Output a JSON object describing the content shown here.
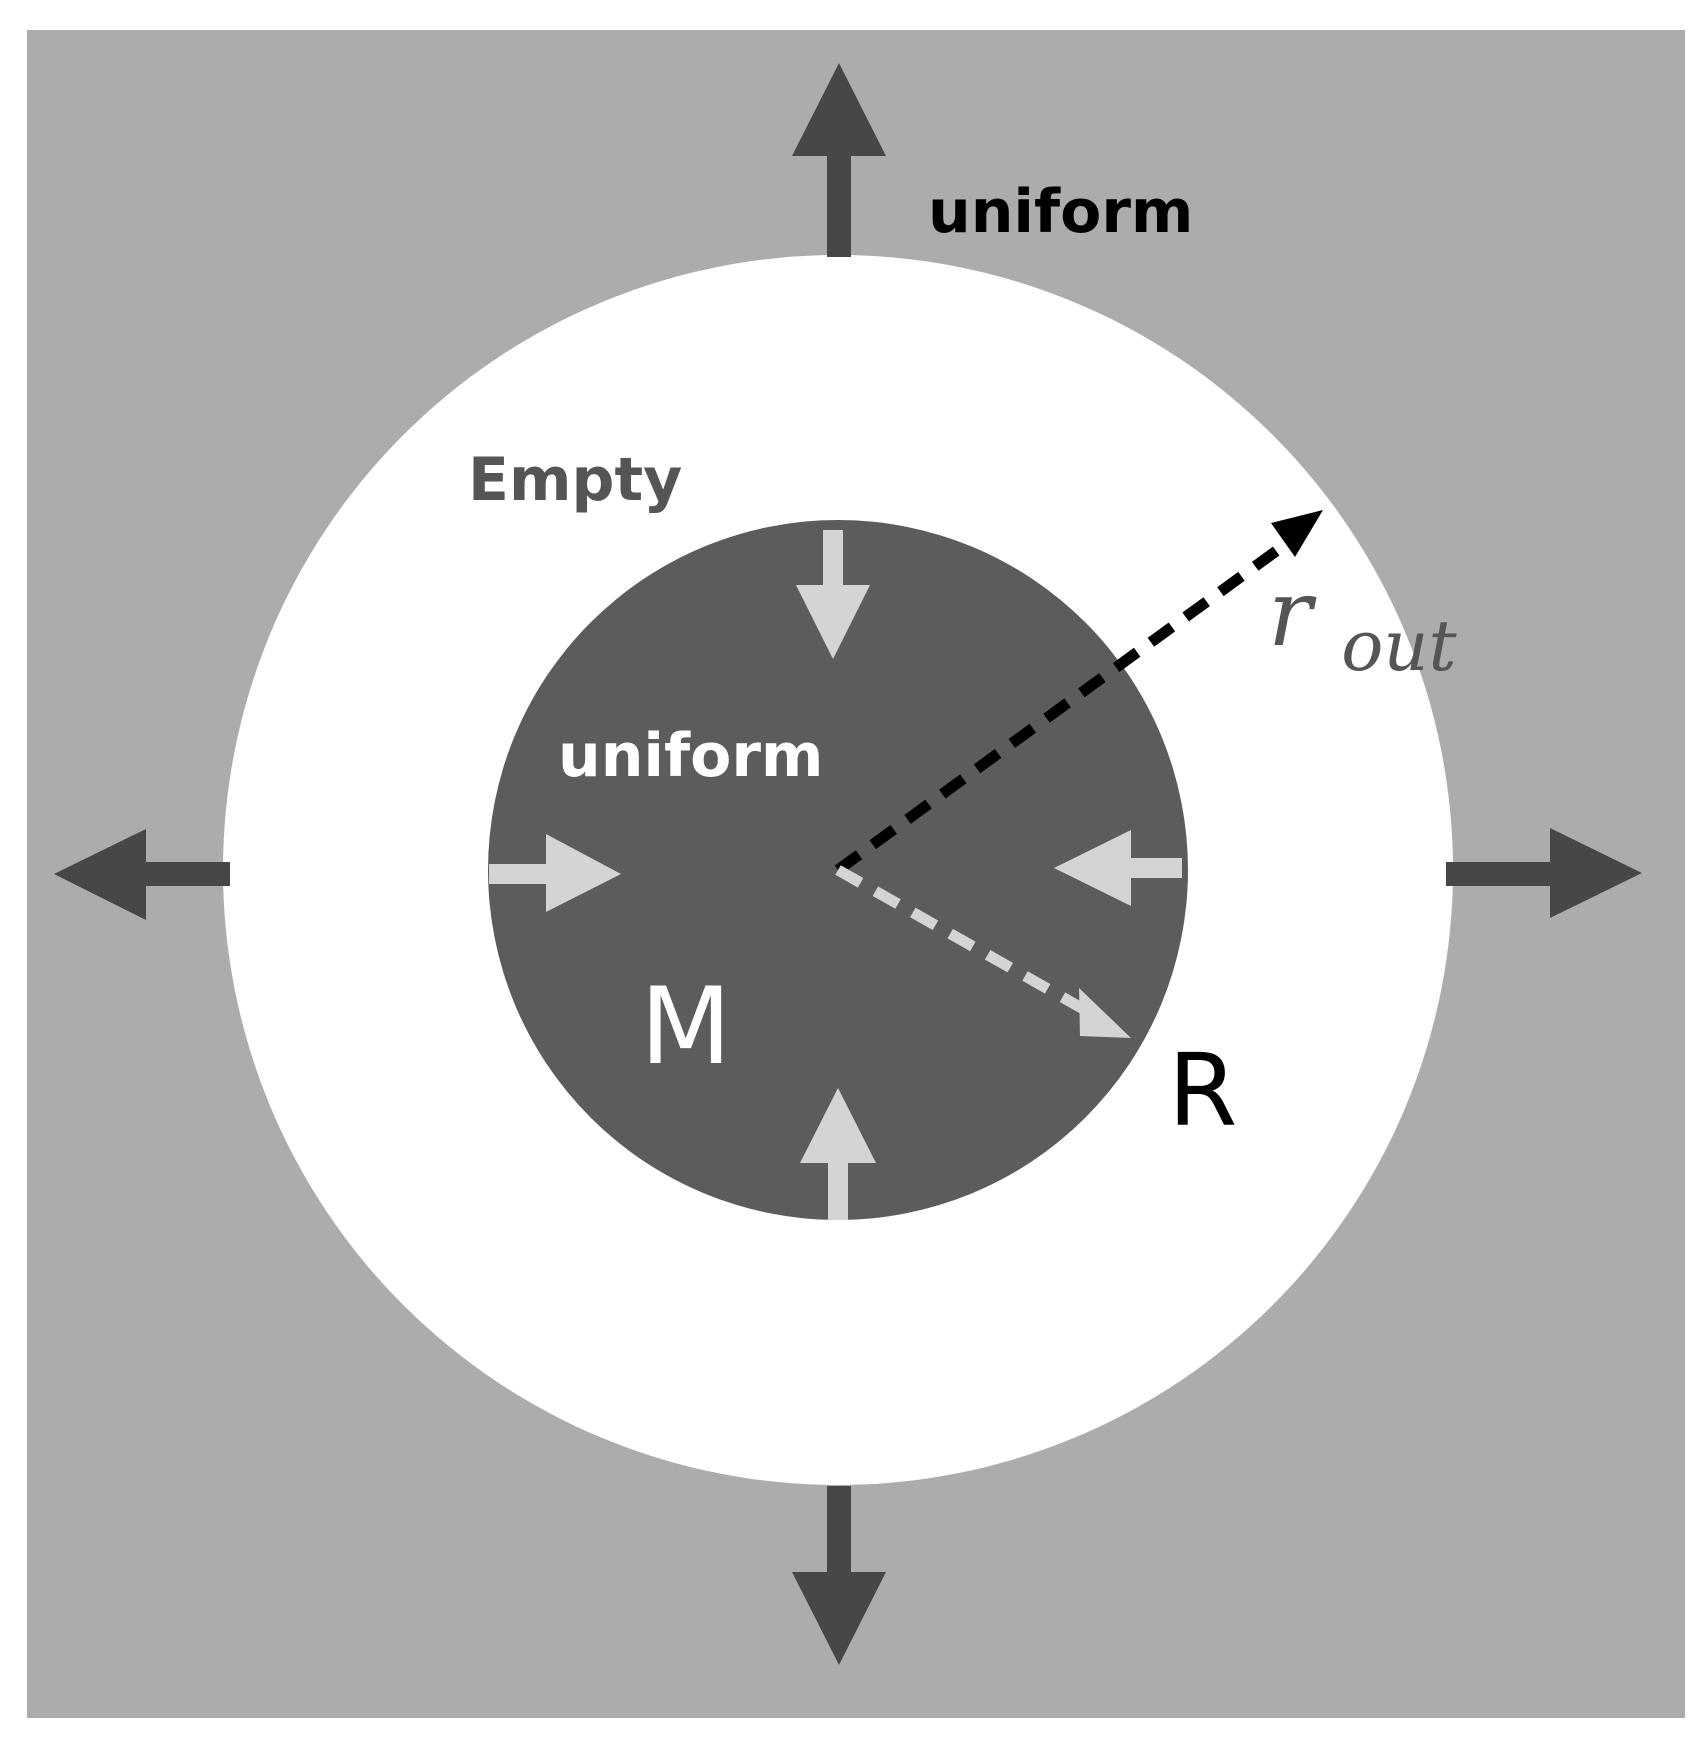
{
  "labels": {
    "outer_region": "uniform",
    "shell_region": "Empty",
    "inner_region": "uniform",
    "mass": "M",
    "radius_inner": "R",
    "radius_outer_base": "r",
    "radius_outer_subscript": "out"
  },
  "colors": {
    "outer_medium": "#acacac",
    "empty_shell": "#ffffff",
    "inner_sphere": "#5c5c5c",
    "outward_arrows": "#474747",
    "inward_arrows": "#d4d4d4",
    "outer_radius_line": "#000000",
    "inner_radius_line": "#d4d4d4",
    "dark_text": "#000000",
    "empty_text": "#555555",
    "inner_text": "#ffffff",
    "r_out_text": "#555555"
  },
  "icons": {
    "outward_arrow": "arrow-outward-icon",
    "inward_arrow": "arrow-inward-icon"
  }
}
